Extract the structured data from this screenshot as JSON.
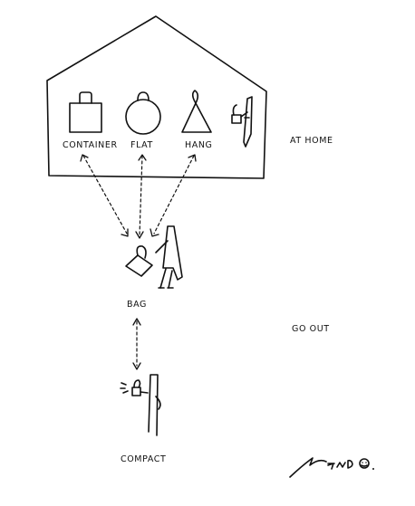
{
  "labels": {
    "container": "CONTAINER",
    "flat": "FLAT",
    "hang": "HANG",
    "at_home": "AT HOME",
    "bag": "BAG",
    "go_out": "GO OUT",
    "compact": "COMPACT"
  },
  "signature": "nendo",
  "ink_color": "#111111",
  "background_color": "#ffffff"
}
